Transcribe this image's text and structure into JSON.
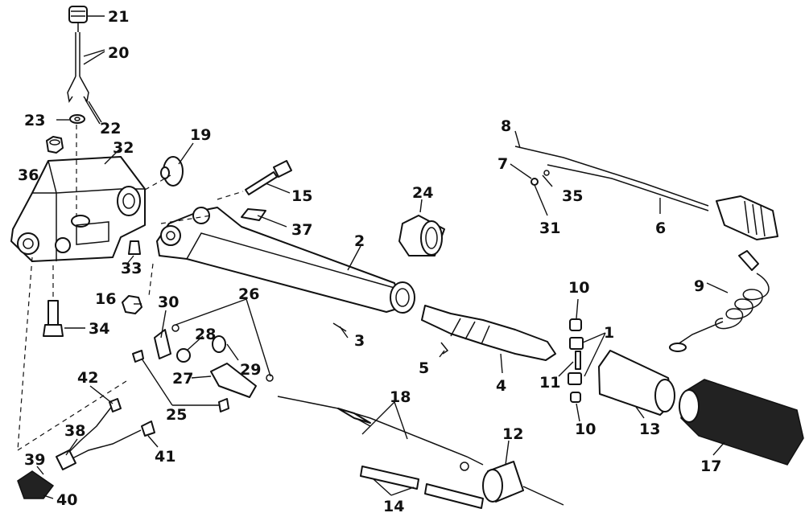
{
  "callouts": [
    "21",
    "20",
    "23",
    "22",
    "36",
    "32",
    "19",
    "15",
    "24",
    "8",
    "7",
    "35",
    "31",
    "6",
    "37",
    "2",
    "33",
    "16",
    "30",
    "26",
    "34",
    "28",
    "29",
    "27",
    "3",
    "10",
    "1",
    "5",
    "11",
    "4",
    "9",
    "13",
    "42",
    "25",
    "18",
    "38",
    "12",
    "41",
    "39",
    "40",
    "14",
    "10",
    "17"
  ]
}
